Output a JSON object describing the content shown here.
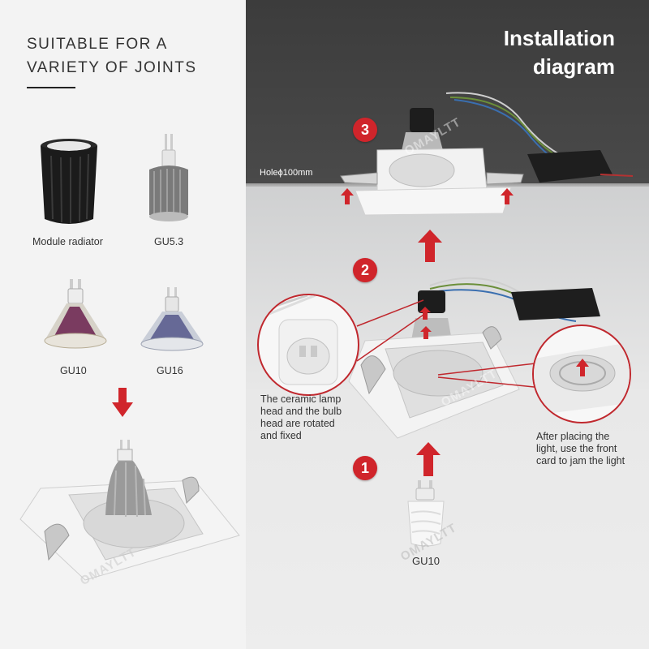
{
  "left_panel": {
    "heading_line1": "SUITABLE FOR A",
    "heading_line2": "VARIETY OF JOINTS",
    "products": [
      {
        "label": "Module radiator"
      },
      {
        "label": "GU5.3"
      },
      {
        "label": "GU10"
      },
      {
        "label": "GU16"
      }
    ]
  },
  "right_panel": {
    "title_line1": "Installation",
    "title_line2": "diagram",
    "hole_label": "Holeϕ100mm",
    "steps": [
      "1",
      "2",
      "3"
    ],
    "note_left_lines": [
      "The ceramic lamp",
      "head and the bulb",
      "head are rotated",
      "and fixed"
    ],
    "note_right_lines": [
      "After placing the",
      "light, use the front",
      "card to jam the light"
    ],
    "bulb_label": "GU10",
    "watermark": "OMAYLTT"
  },
  "colors": {
    "accent_red": "#d0252b",
    "dark_background": "#3c3c3c",
    "left_background": "#f3f3f3"
  }
}
